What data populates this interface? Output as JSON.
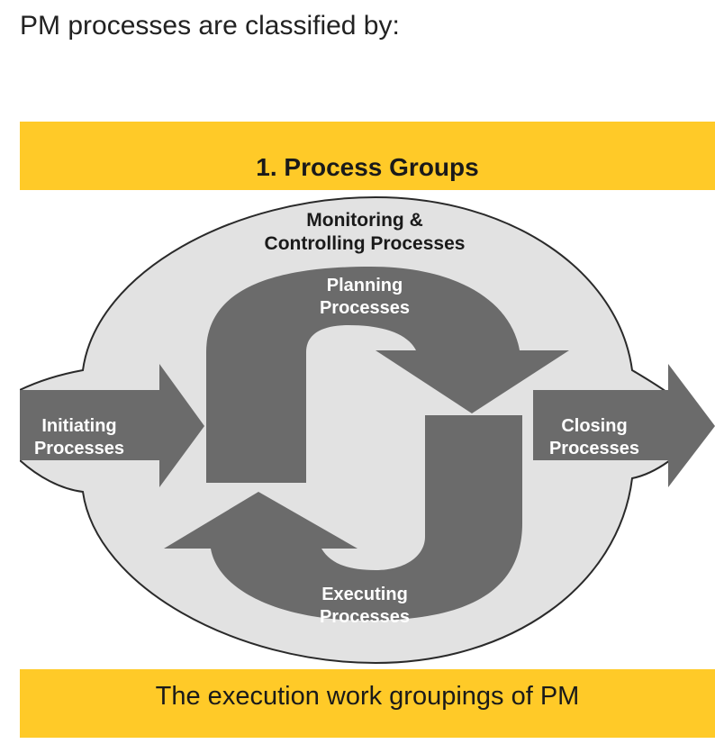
{
  "intro_text": "PM processes are classified by:",
  "card": {
    "title": "1.  Process Groups",
    "caption": "The execution work groupings of PM"
  },
  "diagram": {
    "monitoring": [
      "Monitoring &",
      "Controlling Processes"
    ],
    "planning": [
      "Planning",
      "Processes"
    ],
    "executing": [
      "Executing",
      "Processes"
    ],
    "initiating": [
      "Initiating",
      "Processes"
    ],
    "closing": [
      "Closing",
      "Processes"
    ]
  },
  "colors": {
    "accent": "#FFCA28",
    "arrow_fill": "#6b6b6b",
    "cloud_fill": "#e2e2e2",
    "arrow_label": "#ffffff"
  }
}
